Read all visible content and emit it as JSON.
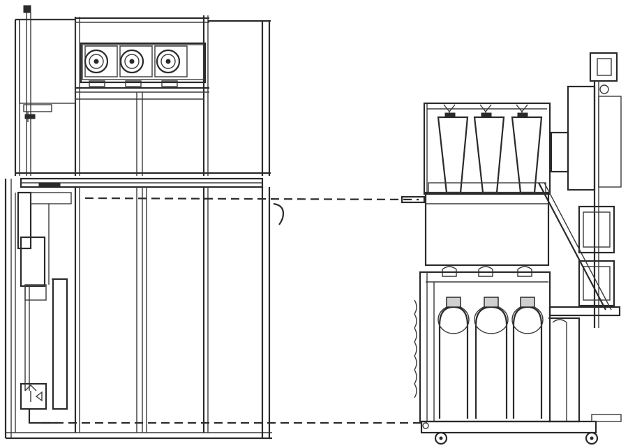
{
  "figure": {
    "views": [
      {
        "id": "front-elevation",
        "units": 3
      },
      {
        "id": "side-elevation",
        "units": 3
      }
    ],
    "projection_lines": 2
  }
}
